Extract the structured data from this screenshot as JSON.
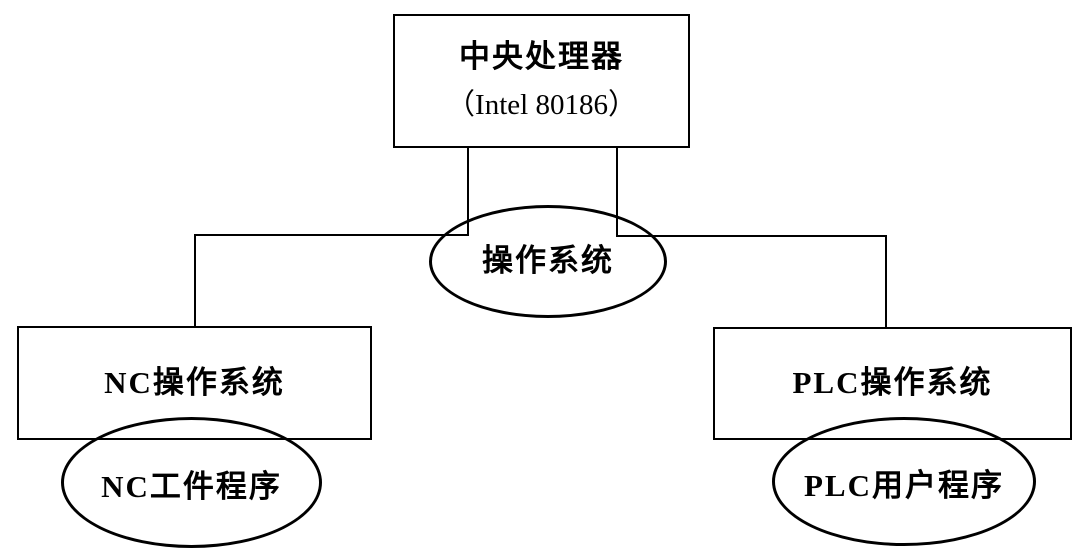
{
  "diagram": {
    "cpu_box": {
      "title": "中央处理器",
      "subtitle": "（Intel 80186）"
    },
    "os_ellipse": {
      "label": "操作系统"
    },
    "nc_os_box": {
      "label": "NC操作系统"
    },
    "plc_os_box": {
      "label": "PLC操作系统"
    },
    "nc_program_ellipse": {
      "label": "NC工件程序"
    },
    "plc_program_ellipse": {
      "label": "PLC用户程序"
    },
    "colors": {
      "stroke": "#000000",
      "background": "#ffffff",
      "text": "#000000"
    }
  }
}
